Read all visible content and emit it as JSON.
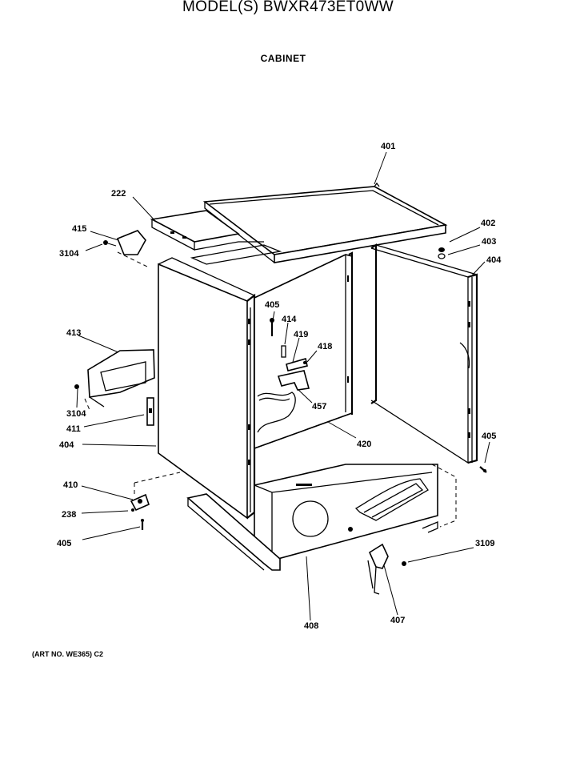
{
  "header": {
    "model_line": "MODEL(S) BWXR473ET0WW",
    "section": "CABINET"
  },
  "footer": {
    "art_no": "(ART NO. WE365) C2"
  },
  "part_labels": [
    {
      "id": "l401",
      "text": "401"
    },
    {
      "id": "l222",
      "text": "222"
    },
    {
      "id": "l402",
      "text": "402"
    },
    {
      "id": "l403",
      "text": "403"
    },
    {
      "id": "l404r",
      "text": "404"
    },
    {
      "id": "l415",
      "text": "415"
    },
    {
      "id": "l3104a",
      "text": "3104"
    },
    {
      "id": "l405a",
      "text": "405"
    },
    {
      "id": "l414",
      "text": "414"
    },
    {
      "id": "l419",
      "text": "419"
    },
    {
      "id": "l418",
      "text": "418"
    },
    {
      "id": "l413",
      "text": "413"
    },
    {
      "id": "l457",
      "text": "457"
    },
    {
      "id": "l3104b",
      "text": "3104"
    },
    {
      "id": "l411",
      "text": "411"
    },
    {
      "id": "l404l",
      "text": "404"
    },
    {
      "id": "l420",
      "text": "420"
    },
    {
      "id": "l405b",
      "text": "405"
    },
    {
      "id": "l410",
      "text": "410"
    },
    {
      "id": "l238",
      "text": "238"
    },
    {
      "id": "l405c",
      "text": "405"
    },
    {
      "id": "l3109",
      "text": "3109"
    },
    {
      "id": "l408",
      "text": "408"
    },
    {
      "id": "l407",
      "text": "407"
    }
  ]
}
